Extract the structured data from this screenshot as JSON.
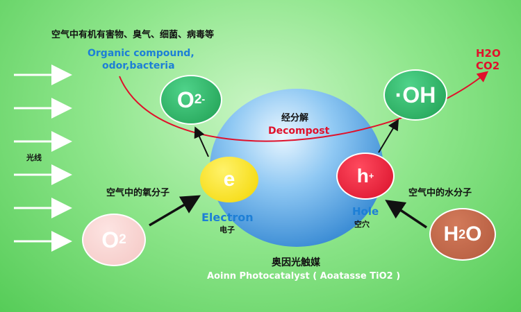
{
  "title_cn": "空气中有机有害物、臭气、细菌、病毒等",
  "organic_en_1": "Organic compound,",
  "organic_en_2": "odor,bacteria",
  "products": {
    "h2o": "H2O",
    "co2": "CO2"
  },
  "light_label": "光线",
  "decompose_cn": "经分解",
  "decompose_en": "Decompost",
  "o2_air_cn": "空气中的氧分子",
  "h2o_air_cn": "空气中的水分子",
  "o2_radical": {
    "main": "O",
    "sub": "2",
    "sup": "-"
  },
  "oh_radical": "·OH",
  "electron": {
    "symbol": "e",
    "en": "Electron",
    "cn": "电子"
  },
  "hole": {
    "symbol": "h",
    "sup": "+",
    "en": "Hole",
    "cn": "空穴"
  },
  "o2_molecule": {
    "main": "O",
    "sub": "2"
  },
  "h2o_molecule": {
    "main": "H",
    "sub": "2",
    "main2": "O"
  },
  "catalyst_cn": "奥因光触媒",
  "catalyst_en": "Aoinn Photocatalyst ( Aoatasse TiO2 )",
  "colors": {
    "red": "#e0112b",
    "blue": "#1d7fd6",
    "green_bubble": "#1f9e52",
    "yellow": "#f3d600",
    "hole_red": "#d8102a",
    "pink": "#f4c7c4",
    "brown": "#b35a3e"
  }
}
